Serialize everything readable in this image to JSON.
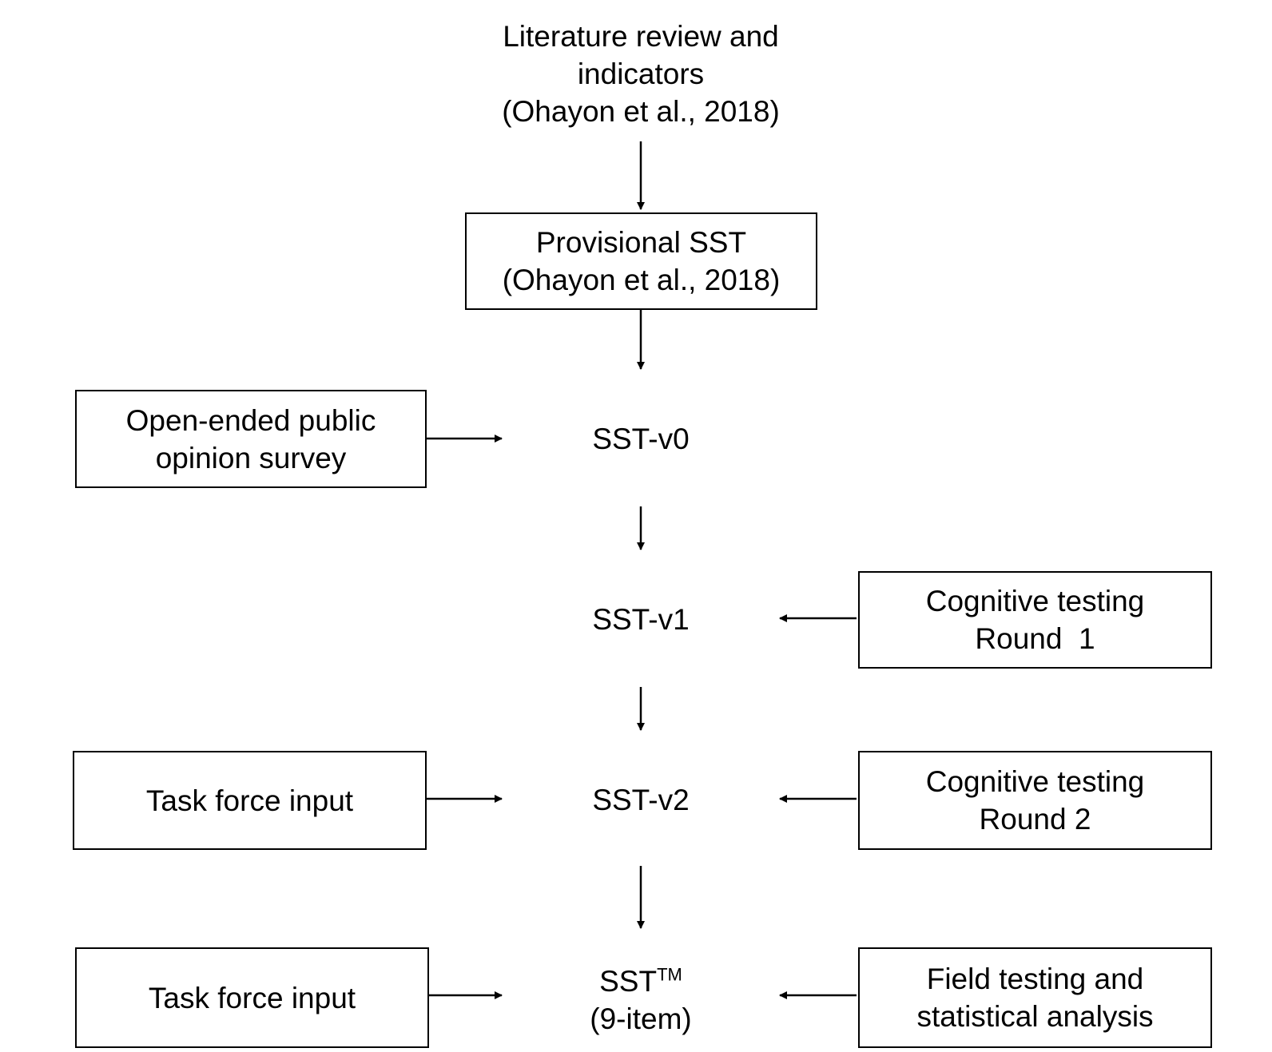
{
  "nodes": {
    "literature": {
      "lines": [
        "Literature review and",
        "indicators",
        "(Ohayon et al., 2018)"
      ]
    },
    "provisional": {
      "lines": [
        "Provisional SST",
        "(Ohayon et al., 2018)"
      ]
    },
    "v0": {
      "label": "SST-v0"
    },
    "public_survey": {
      "lines": [
        "Open-ended public",
        "opinion survey"
      ]
    },
    "v1": {
      "label": "SST-v1"
    },
    "cog_round1": {
      "lines": [
        "Cognitive testing",
        "Round  1"
      ]
    },
    "v2": {
      "label": "SST-v2"
    },
    "task_force_1": {
      "label": "Task force input"
    },
    "cog_round2": {
      "lines": [
        "Cognitive testing",
        "Round 2"
      ]
    },
    "final": {
      "label": "SST",
      "superscript": "TM",
      "sub_label": "(9-item)"
    },
    "task_force_2": {
      "label": "Task force input"
    },
    "field_testing": {
      "lines": [
        "Field testing and",
        "statistical analysis"
      ]
    }
  }
}
